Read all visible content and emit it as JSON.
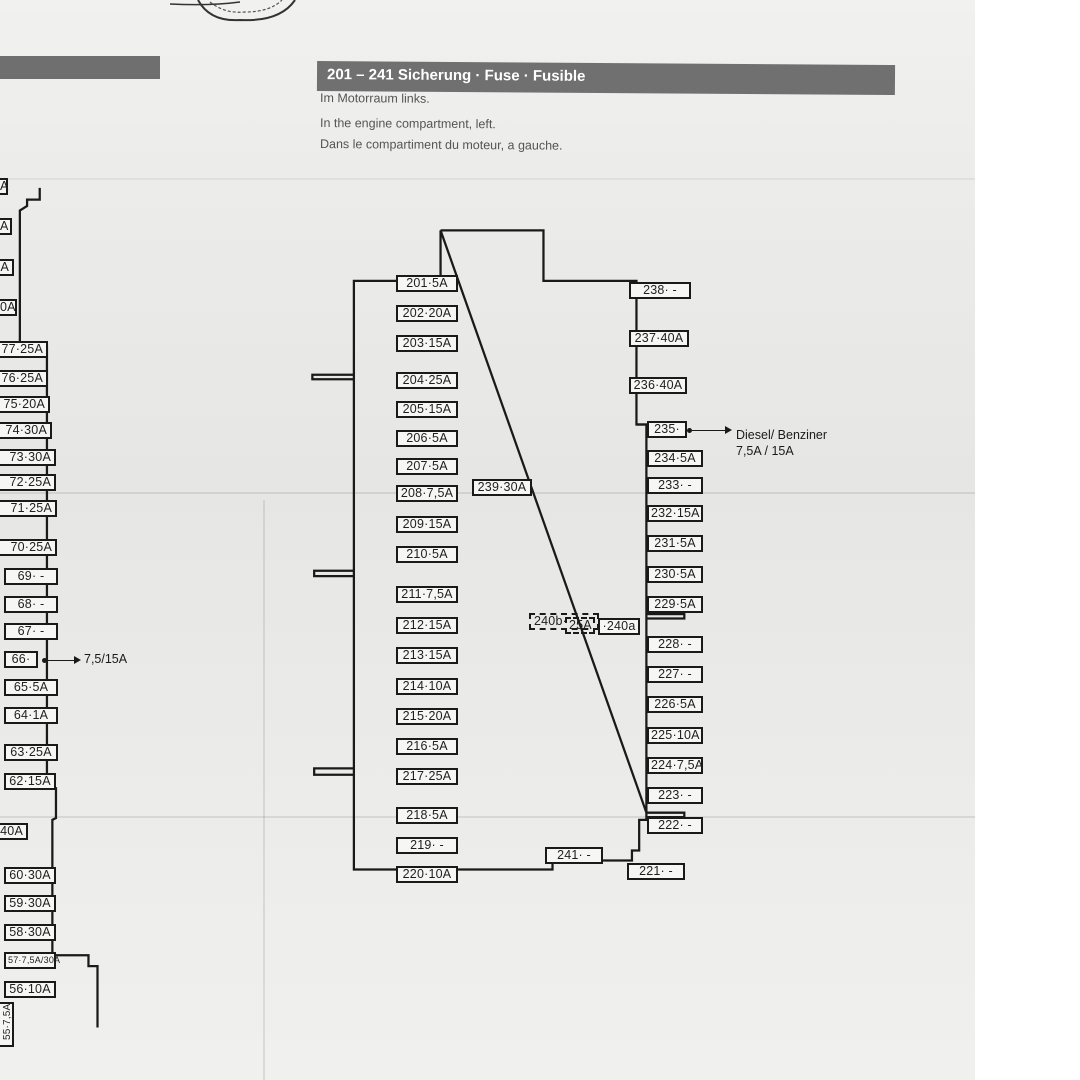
{
  "header": {
    "title": "201 – 241 Sicherung · Fuse · Fusible",
    "subtitles": [
      "Im Motorraum links.",
      "In the engine compartment, left.",
      "Dans le compartiment du moteur, a gauche."
    ]
  },
  "left_column_fuses": [
    "A",
    "A",
    "A",
    "0A",
    "77·25A",
    "76·25A",
    "75·20A",
    "74·30A",
    "73·30A",
    "72·25A",
    "71·25A",
    "70·25A",
    "69· -",
    "68· -",
    "67· -",
    "66·",
    "65·5A",
    "64·1A",
    "63·25A",
    "62·15A",
    "40A",
    "60·30A",
    "59·30A",
    "58·30A",
    "57·7,5A/30A",
    "56·10A",
    "55·7,5A"
  ],
  "left_callout": "7,5/15A",
  "fuses_left_stack": [
    "201·5A",
    "202·20A",
    "203·15A",
    "204·25A",
    "205·15A",
    "206·5A",
    "207·5A",
    "208·7,5A",
    "209·15A",
    "210·5A",
    "211·7,5A",
    "212·15A",
    "213·15A",
    "214·10A",
    "215·20A",
    "216·5A",
    "217·25A",
    "218·5A",
    "219· -",
    "220·10A"
  ],
  "fuses_right_stack": [
    "238· -",
    "237·40A",
    "236·40A",
    "235·",
    "234·5A",
    "233· -",
    "232·15A",
    "231·5A",
    "230·5A",
    "229·5A",
    "228· -",
    "227· -",
    "226·5A",
    "225·10A",
    "224·7,5A",
    "223· -",
    "222· -",
    "221· -"
  ],
  "fuses_center": {
    "f239": "239·30A",
    "f240b": "240b·",
    "f25a": "25A",
    "f240a": "·240a",
    "f241": "241· -"
  },
  "callout_235": {
    "line1": "Diesel/ Benziner",
    "line2": "7,5A  /  15A"
  }
}
